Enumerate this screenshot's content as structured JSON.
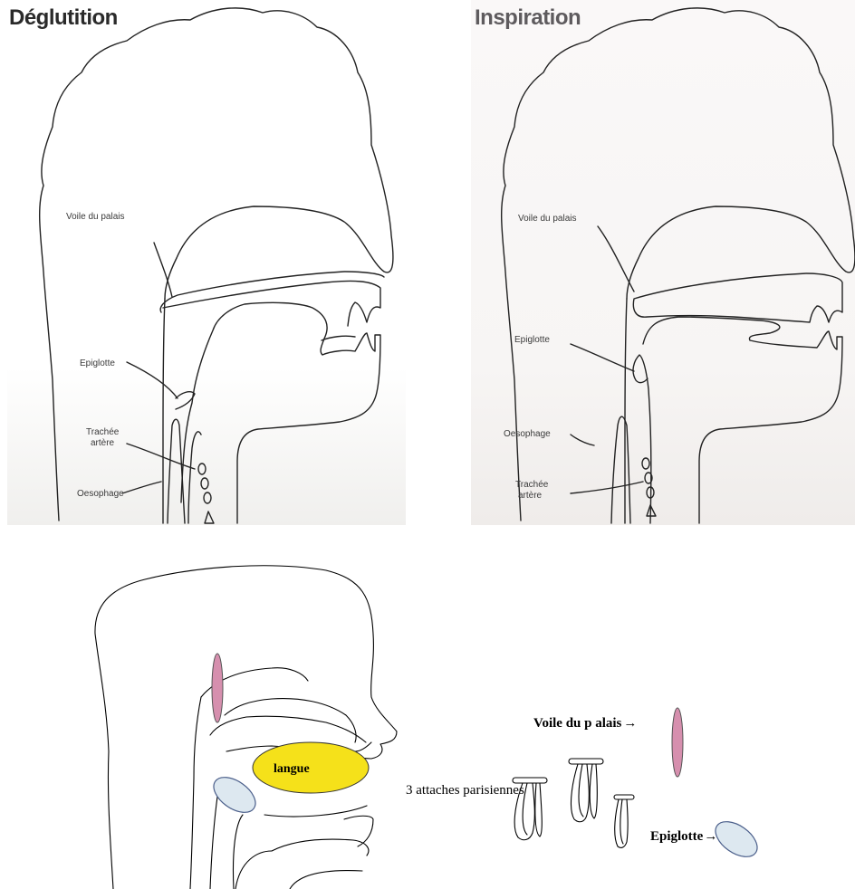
{
  "top_left": {
    "title": "Déglutition",
    "labels": {
      "voile": "Voile du palais",
      "epiglotte": "Epiglotte",
      "trachee_1": "Trachée",
      "trachee_2": "artère",
      "oesophage": "Oesophage"
    }
  },
  "top_right": {
    "title": "Inspiration",
    "labels": {
      "voile": "Voile du palais",
      "epiglotte": "Epiglotte",
      "oesophage": "Oesophage",
      "trachee_1": "Trachée",
      "trachee_2": "artère"
    }
  },
  "bottom": {
    "langue": "langue",
    "voile": "Voile du p alais",
    "attaches": "3 attaches parisiennes",
    "epiglotte": "Epiglotte",
    "arrow": "→"
  },
  "colors": {
    "voile": "#d68fae",
    "epiglotte": "#dde8f0",
    "langue": "#f5e11a",
    "outline": "#1a1a1a"
  }
}
